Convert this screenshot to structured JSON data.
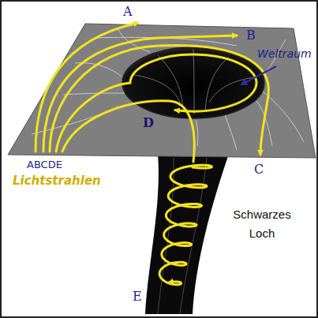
{
  "diagram": {
    "labels": [
      "A",
      "B",
      "Weltraum",
      "D",
      "C",
      "ABCDE",
      "Lichtstrahlen",
      "Schwarzes Loch",
      "E"
    ]
  }
}
